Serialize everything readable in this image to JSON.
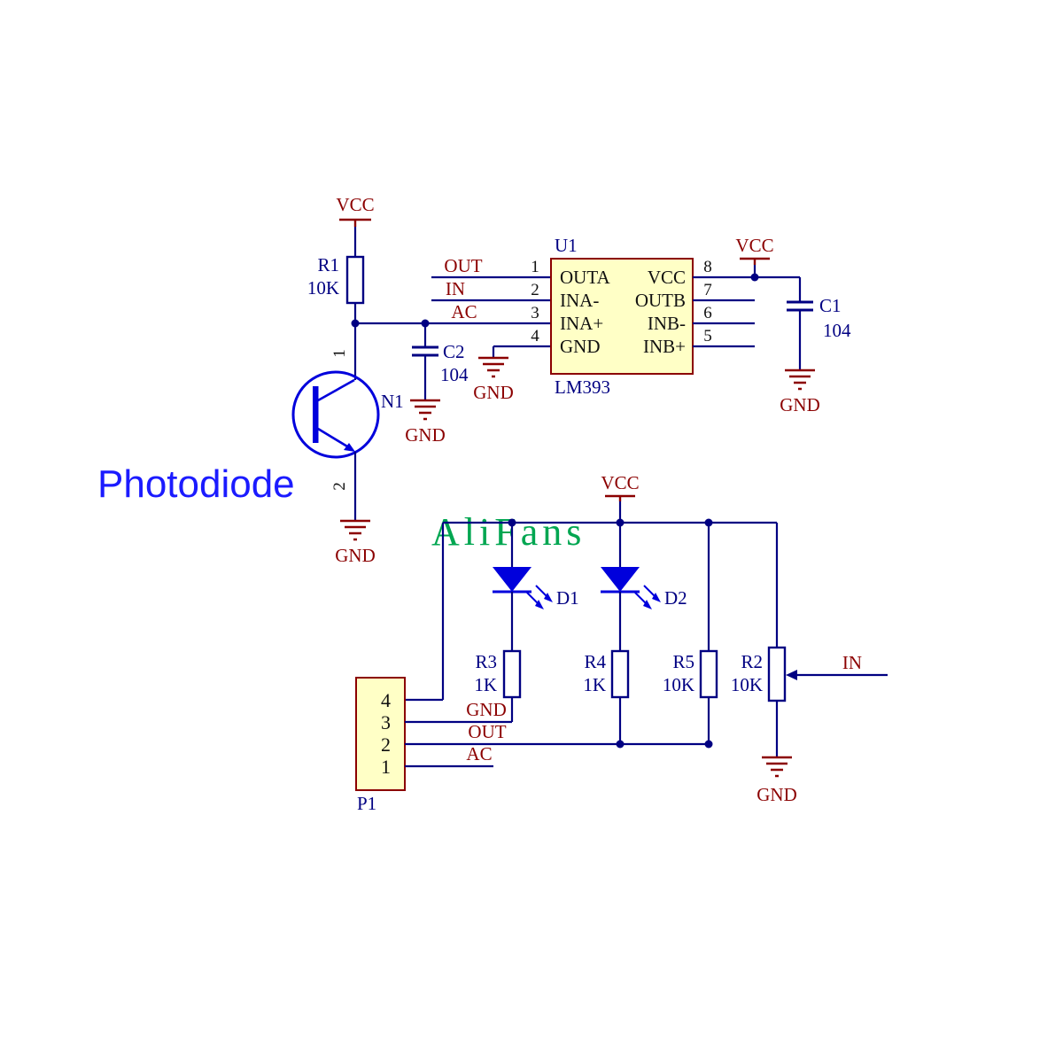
{
  "photodiode_label": "Photodiode",
  "watermark": "AliFans",
  "nets": {
    "vcc": "VCC",
    "gnd": "GND",
    "out": "OUT",
    "in": "IN",
    "ac": "AC"
  },
  "u1": {
    "ref": "U1",
    "part": "LM393",
    "rows": [
      {
        "l_num": "1",
        "l_name": "OUTA",
        "r_num": "8",
        "r_name": "VCC"
      },
      {
        "l_num": "2",
        "l_name": "INA-",
        "r_num": "7",
        "r_name": "OUTB"
      },
      {
        "l_num": "3",
        "l_name": "INA+",
        "r_num": "6",
        "r_name": "INB-"
      },
      {
        "l_num": "4",
        "l_name": "GND",
        "r_num": "5",
        "r_name": "INB+"
      }
    ]
  },
  "r1": {
    "ref": "R1",
    "value": "10K"
  },
  "r2": {
    "ref": "R2",
    "value": "10K"
  },
  "r3": {
    "ref": "R3",
    "value": "1K"
  },
  "r4": {
    "ref": "R4",
    "value": "1K"
  },
  "r5": {
    "ref": "R5",
    "value": "10K"
  },
  "c1": {
    "ref": "C1",
    "value": "104"
  },
  "c2": {
    "ref": "C2",
    "value": "104"
  },
  "d1": {
    "ref": "D1"
  },
  "d2": {
    "ref": "D2"
  },
  "n1": {
    "ref": "N1",
    "pin_top": "1",
    "pin_bottom": "2"
  },
  "p1": {
    "ref": "P1",
    "pins": [
      "4",
      "3",
      "2",
      "1"
    ]
  },
  "colors": {
    "wire": "#000082",
    "power_symbol": "#8B0000",
    "device_blue": "#0000DC",
    "chip_fill": "#FFFFC6",
    "photodiode_text": "#1B1BFF",
    "watermark_green": "#00A651"
  }
}
